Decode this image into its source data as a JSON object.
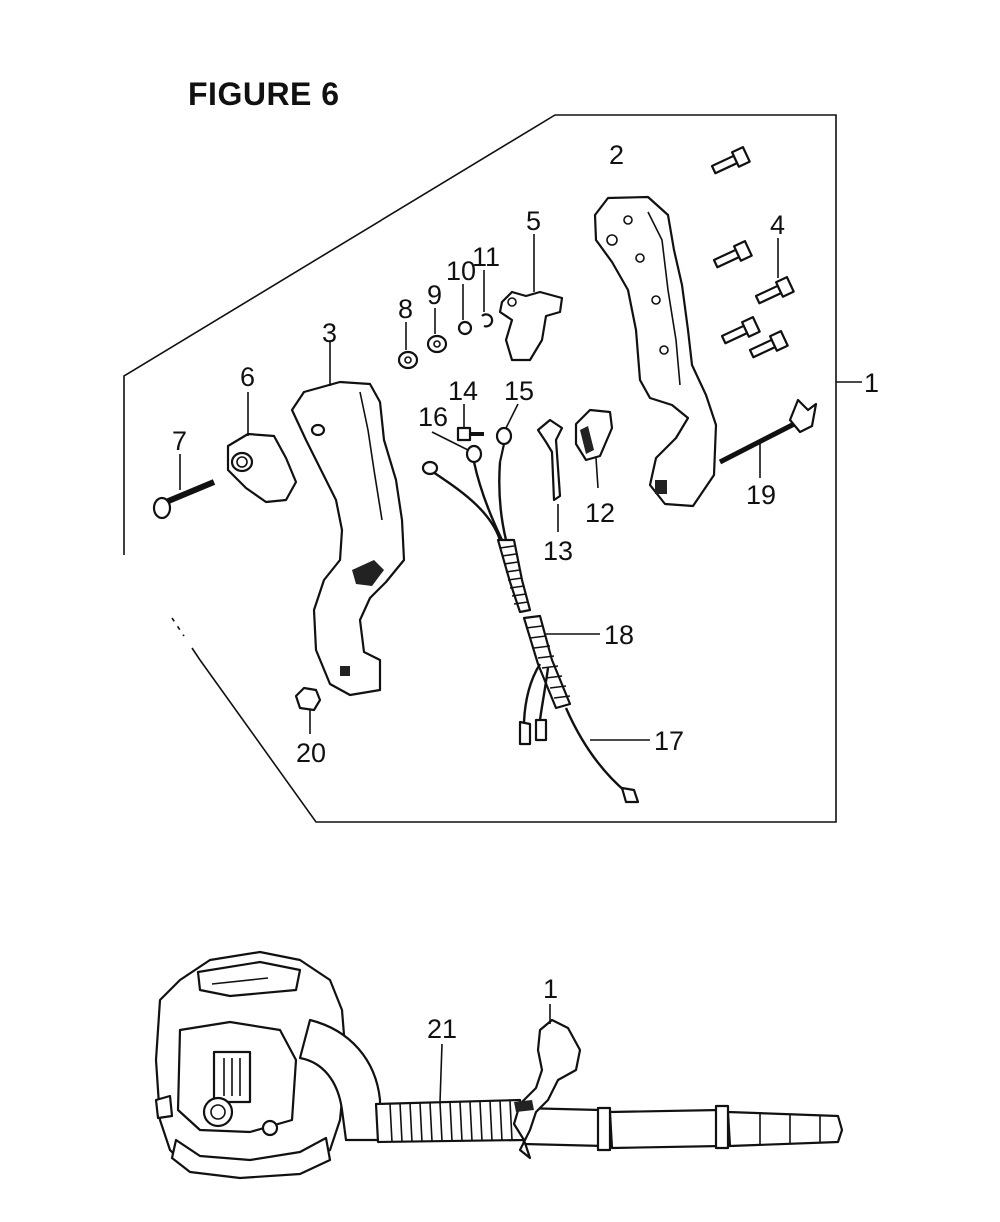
{
  "figure": {
    "title": "FIGURE 6"
  },
  "callouts_top": [
    {
      "id": "c1",
      "label": "1"
    },
    {
      "id": "c2",
      "label": "2"
    },
    {
      "id": "c3",
      "label": "3"
    },
    {
      "id": "c4",
      "label": "4"
    },
    {
      "id": "c5",
      "label": "5"
    },
    {
      "id": "c6",
      "label": "6"
    },
    {
      "id": "c7",
      "label": "7"
    },
    {
      "id": "c8",
      "label": "8"
    },
    {
      "id": "c9",
      "label": "9"
    },
    {
      "id": "c10",
      "label": "10"
    },
    {
      "id": "c11",
      "label": "11"
    },
    {
      "id": "c12",
      "label": "12"
    },
    {
      "id": "c13",
      "label": "13"
    },
    {
      "id": "c14",
      "label": "14"
    },
    {
      "id": "c15",
      "label": "15"
    },
    {
      "id": "c16",
      "label": "16"
    },
    {
      "id": "c17",
      "label": "17"
    },
    {
      "id": "c18",
      "label": "18"
    },
    {
      "id": "c19",
      "label": "19"
    },
    {
      "id": "c20",
      "label": "20"
    }
  ],
  "callouts_bottom": [
    {
      "id": "b1",
      "label": "1"
    },
    {
      "id": "b21",
      "label": "21"
    }
  ]
}
